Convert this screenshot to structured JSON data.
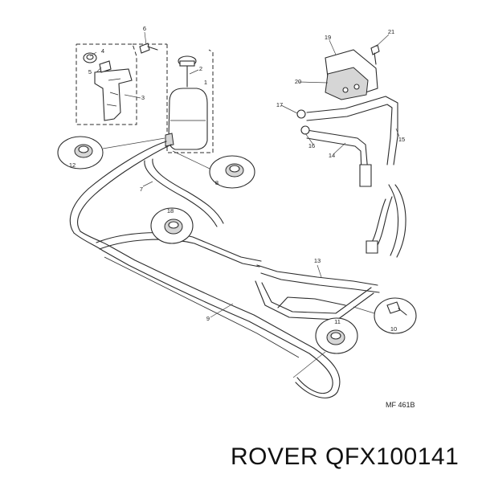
{
  "callouts": [
    "1",
    "2",
    "3",
    "4",
    "5",
    "6",
    "7",
    "8",
    "9",
    "10",
    "11",
    "12",
    "13",
    "14",
    "15",
    "16",
    "17",
    "18",
    "19",
    "20",
    "21"
  ],
  "drawing_ref": "MF 461B",
  "caption": "ROVER QFX100141"
}
